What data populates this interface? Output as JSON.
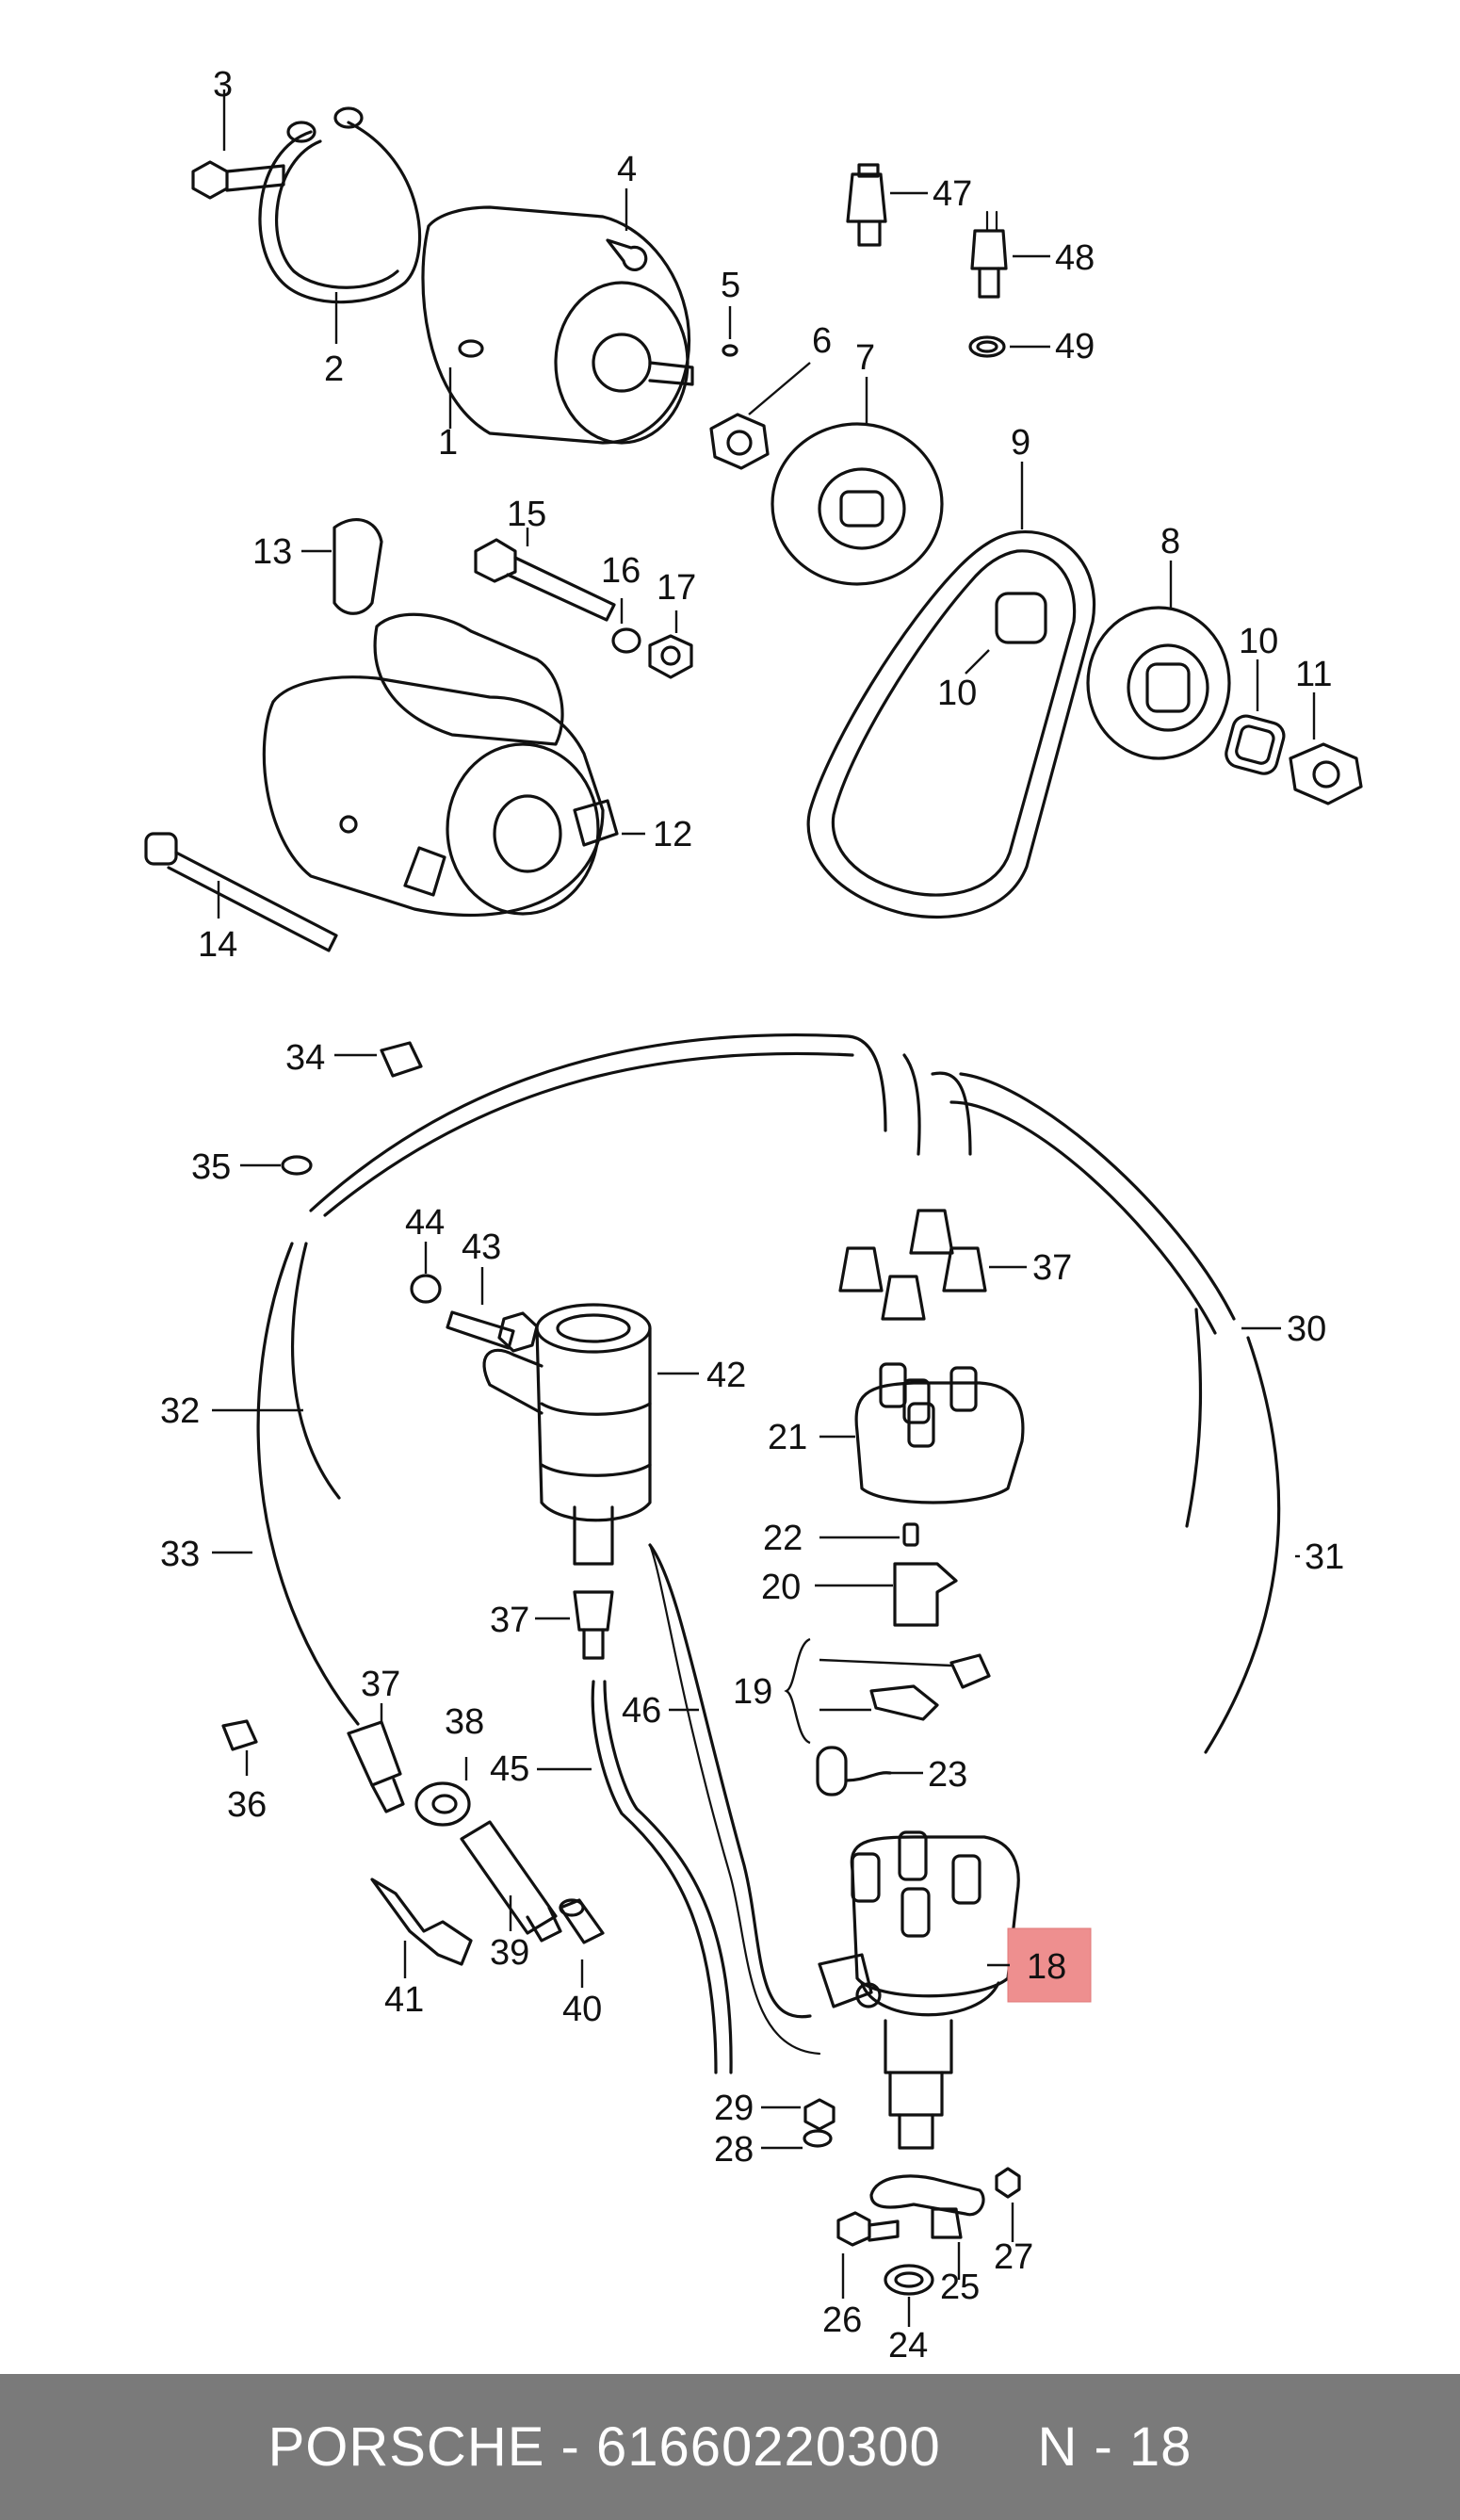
{
  "footer": {
    "brand": "PORSCHE",
    "separator": "-",
    "part_number": "61660220300",
    "diagram_ref": "N - 18"
  },
  "callouts": {
    "c1": "1",
    "c2": "2",
    "c3": "3",
    "c4": "4",
    "c5": "5",
    "c6": "6",
    "c7": "7",
    "c8": "8",
    "c9": "9",
    "c10a": "10",
    "c10b": "10",
    "c11": "11",
    "c12": "12",
    "c13": "13",
    "c14": "14",
    "c15": "15",
    "c16": "16",
    "c17": "17",
    "c18": "18",
    "c19": "19",
    "c20": "20",
    "c21": "21",
    "c22": "22",
    "c23": "23",
    "c24": "24",
    "c25": "25",
    "c26": "26",
    "c27": "27",
    "c28": "28",
    "c29": "29",
    "c30": "30",
    "c31": "31",
    "c32": "32",
    "c33": "33",
    "c34": "34",
    "c35": "35",
    "c36": "36",
    "c37a": "37",
    "c37b": "37",
    "c37c": "37",
    "c38": "38",
    "c39": "39",
    "c40": "40",
    "c41": "41",
    "c42": "42",
    "c43": "43",
    "c44": "44",
    "c45": "45",
    "c46": "46",
    "c47": "47",
    "c48": "48",
    "c49": "49"
  },
  "highlight": {
    "color": "#ee8f8f",
    "label": "18"
  }
}
